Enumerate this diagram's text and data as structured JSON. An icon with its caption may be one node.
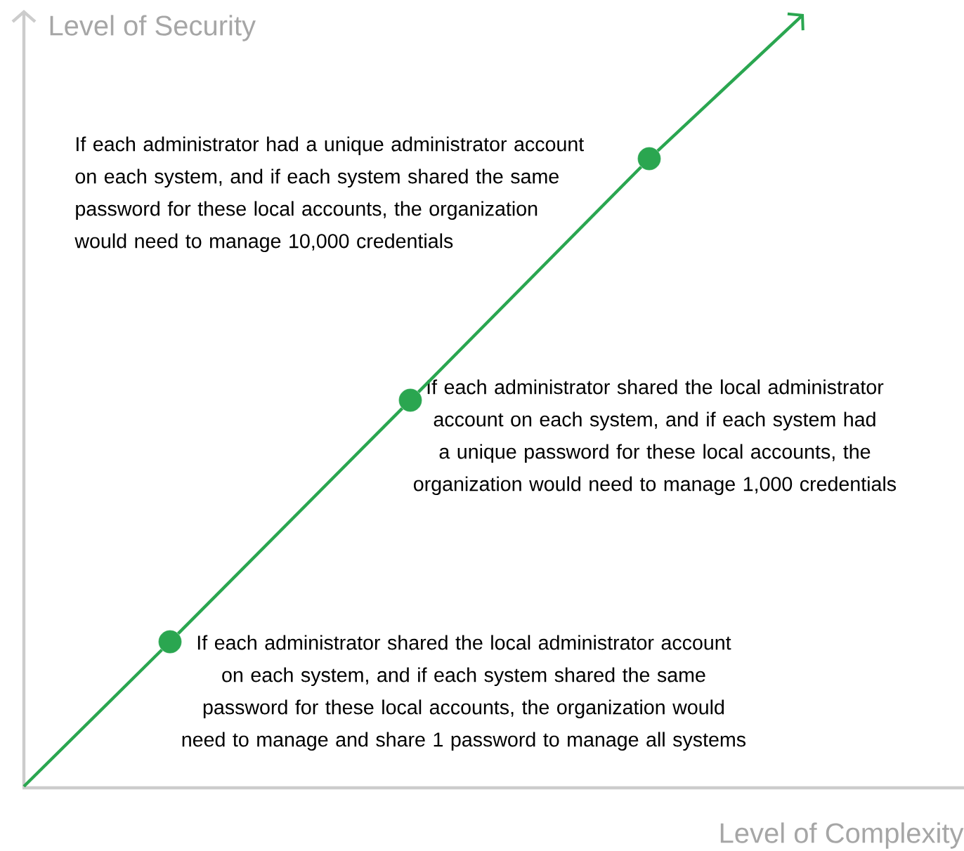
{
  "diagram": {
    "nodes": [
      {
        "text": [],
        "shape": "circle",
        "beside": [
          "If each administrator had a unique administrator account on each system, and if each system shared the same password for these local accounts, the organization would need to manage 10,000 credentials"
        ]
      },
      {
        "text": [],
        "shape": "circle",
        "beside": [
          "If each administrator shared the local administrator account on each system, and if each system had a unique password for these local accounts, the organization would need to manage 1,000 credentials"
        ]
      },
      {
        "text": [],
        "shape": "circle",
        "beside": [
          "If each administrator shared the local administrator account on each system, and if each system shared the same password for these local accounts, the organization would need to manage and share 1 password to manage all systems"
        ]
      }
    ],
    "edges": [
      {
        "from": null,
        "to": 2,
        "arrow": "none"
      },
      {
        "from": 2,
        "to": 1,
        "arrow": "none"
      },
      {
        "from": 1,
        "to": 0,
        "arrow": "none"
      },
      {
        "from": 0,
        "to": null,
        "arrow": "to"
      }
    ],
    "labels": [
      "Level of Security",
      "Level of Complexity"
    ]
  }
}
